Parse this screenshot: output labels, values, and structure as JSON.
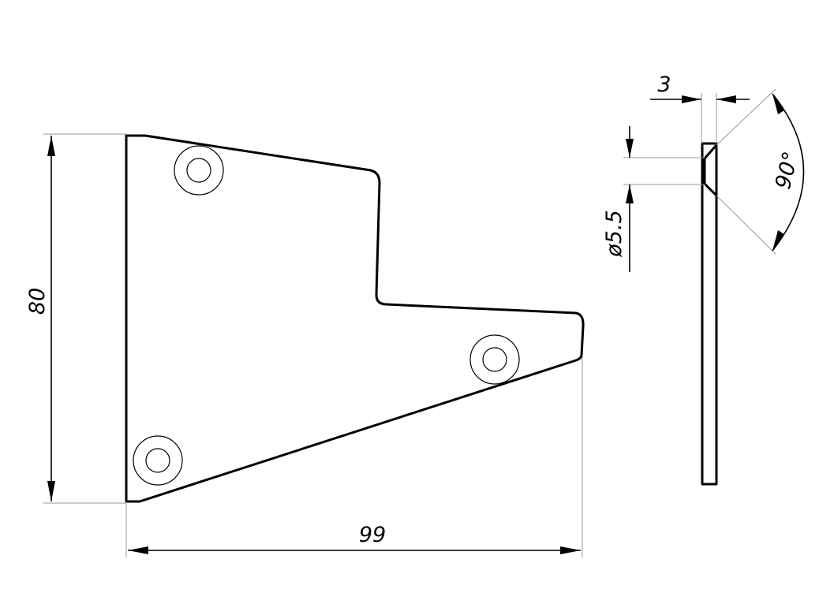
{
  "dimensions": {
    "height": "80",
    "width": "99",
    "thickness": "3",
    "hole_diameter": "ø5.5",
    "countersink_angle": "90°"
  },
  "views": {
    "front": {
      "holes": 3
    },
    "side": {}
  }
}
